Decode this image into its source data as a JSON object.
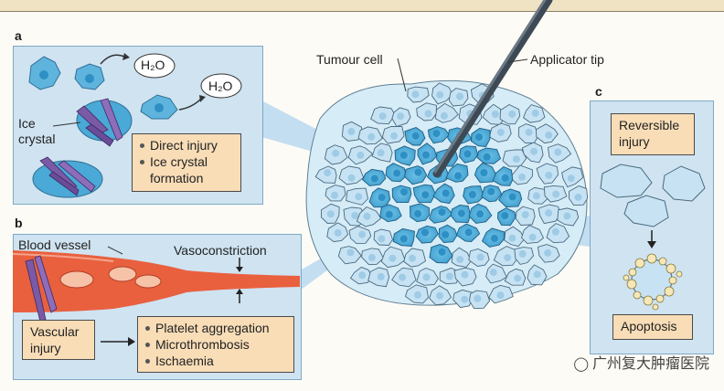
{
  "panels": {
    "a": {
      "tag": "a",
      "h2o_1": "H₂O",
      "h2o_2": "H₂O",
      "ice_label_line1": "Ice",
      "ice_label_line2": "crystal",
      "effects": [
        "Direct injury",
        "Ice crystal",
        "formation"
      ]
    },
    "b": {
      "tag": "b",
      "blood_vessel": "Blood vessel",
      "vasoconstriction": "Vasoconstriction",
      "vascular_injury_line1": "Vascular",
      "vascular_injury_line2": "injury",
      "effects": [
        "Platelet aggregation",
        "Microthrombosis",
        "Ischaemia"
      ]
    },
    "c": {
      "tag": "c",
      "reversible_line1": "Reversible",
      "reversible_line2": "injury",
      "apoptosis": "Apoptosis"
    }
  },
  "center": {
    "tumour_cell": "Tumour cell",
    "applicator_tip": "Applicator tip"
  },
  "watermark": "广州复大肿瘤医院",
  "colors": {
    "panel_bg": "#cfe3f1",
    "box_bg": "#f8ddb7",
    "cell_light": "#c7e3f3",
    "cell_dark": "#4aa9d6",
    "vessel": "#e9603f"
  }
}
